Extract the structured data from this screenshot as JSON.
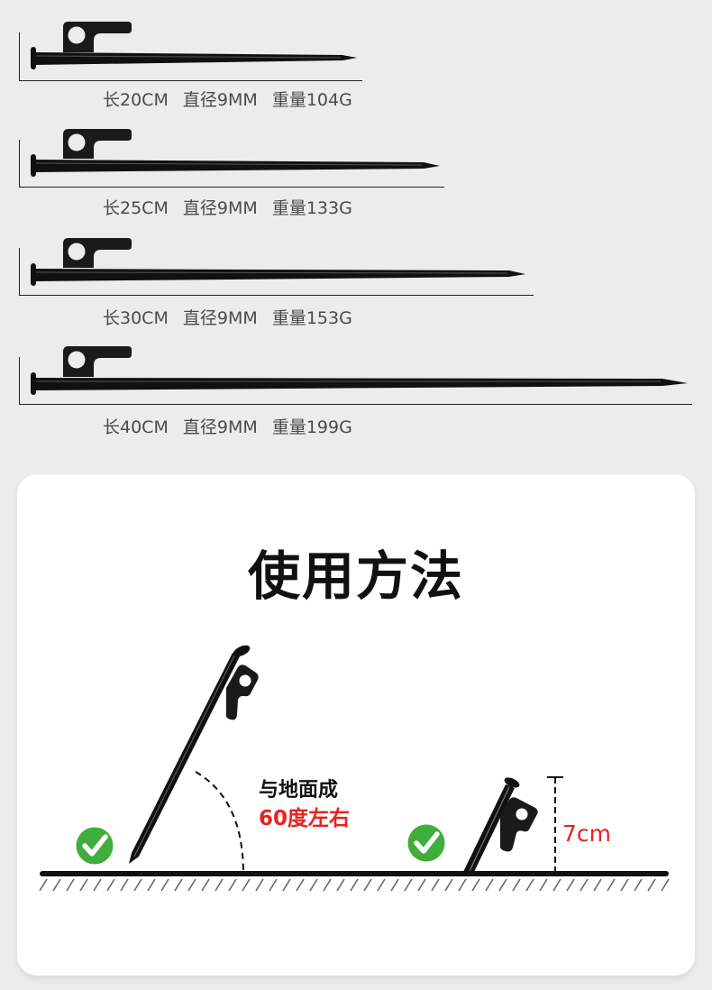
{
  "specs": [
    {
      "length": "长20CM",
      "diameter": "直径9MM",
      "weight": "重量104G"
    },
    {
      "length": "长25CM",
      "diameter": "直径9MM",
      "weight": "重量133G"
    },
    {
      "length": "长30CM",
      "diameter": "直径9MM",
      "weight": "重量153G"
    },
    {
      "length": "长40CM",
      "diameter": "直径9MM",
      "weight": "重量199G"
    }
  ],
  "usage": {
    "title": "使用方法",
    "angle_line1": "与地面成",
    "angle_line2": "60度左右",
    "height_label": "7cm"
  },
  "colors": {
    "background": "#ececec",
    "accent_red": "#e8231f",
    "check_green": "#3fae3a",
    "stake_black": "#111111"
  }
}
